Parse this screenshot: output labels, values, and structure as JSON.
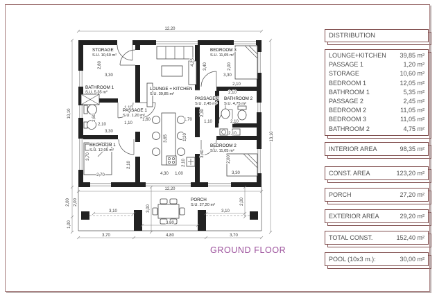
{
  "colors": {
    "sheet_border": "#a57c7c",
    "panel_border": "#7e4b4b",
    "title_text": "#9b4f9b",
    "drawing_lines": "#222222"
  },
  "title": "GROUND FLOOR",
  "panel": {
    "header": "DISTRIBUTION",
    "rooms": [
      {
        "label": "LOUNGE+KITCHEN",
        "value": "39,85 m²"
      },
      {
        "label": "PASSAGE 1",
        "value": "1,20 m²"
      },
      {
        "label": "STORAGE",
        "value": "10,60 m²"
      },
      {
        "label": "BEDROOM 1",
        "value": "12,05 m²"
      },
      {
        "label": "BATHROOM 1",
        "value": "5,35 m²"
      },
      {
        "label": "PASSAGE 2",
        "value": "2,45 m²"
      },
      {
        "label": "BEDROOM 2",
        "value": "11,05 m²"
      },
      {
        "label": "BEDROOM 3",
        "value": "11,05 m²"
      },
      {
        "label": "BATHROOM 2",
        "value": "4,75 m²"
      }
    ],
    "summaries": [
      {
        "label": "INTERIOR AREA",
        "value": "98,35 m²"
      },
      {
        "label": "CONST. AREA",
        "value": "123,20 m²"
      },
      {
        "label": "PORCH",
        "value": "27,20 m²"
      },
      {
        "label": "EXTERIOR AREA",
        "value": "29,20 m²"
      },
      {
        "label": "TOTAL CONST.",
        "value": "152,40 m²"
      },
      {
        "label": "POOL (10x3 m.):",
        "value": "30,00 m²"
      }
    ]
  },
  "plan": {
    "rooms": {
      "storage": {
        "name": "STORAGE",
        "area": "S.U. 10,60 m²"
      },
      "bathroom1": {
        "name": "BATHROOM 1",
        "area": "S.U. 5,35 m²"
      },
      "passage1": {
        "name": "PASSAGE 1",
        "area": "S.U. 1,20 m²"
      },
      "bedroom1": {
        "name": "BEDROOM 1",
        "area": "S.U. 12,05 m²"
      },
      "lounge": {
        "name": "LOUNGE + KITCHEN",
        "area": "S.U. 39,85 m²"
      },
      "bedroom3": {
        "name": "BEDROOM 3",
        "area": "S.U. 11,05 m²"
      },
      "passage2": {
        "name": "PASSAGE 2",
        "area": "S.U. 2,45 m²"
      },
      "bathroom2": {
        "name": "BATHROOM 2",
        "area": "S.U. 4,75 m²"
      },
      "bedroom2": {
        "name": "BEDROOM 2",
        "area": "S.U. 11,05 m²"
      },
      "porch": {
        "name": "PORCH",
        "area": "S.U. 27,20 m²"
      }
    },
    "dims": [
      "12,20",
      "10,10",
      "2,00",
      "1,00",
      "13,10",
      "2,80",
      "3,30",
      "2,60",
      "2,10",
      "3,30",
      "1,10",
      "1,10",
      "3,70",
      "2,70",
      "2,10",
      "4,25",
      "1,60",
      "3,65",
      "1,70",
      "1,20",
      "2,10",
      "4,30",
      "1,00",
      "3,40",
      "2,00",
      "3,30",
      "2,10",
      "2,10",
      "2,30",
      "1,10",
      "2,10",
      "2,10",
      "3,40",
      "2,00",
      "3,30",
      "12,20",
      "2,00",
      "2,00",
      "3,00",
      "3,10",
      "3,10",
      "3,80",
      "3,70",
      "4,80",
      "3,70"
    ]
  }
}
